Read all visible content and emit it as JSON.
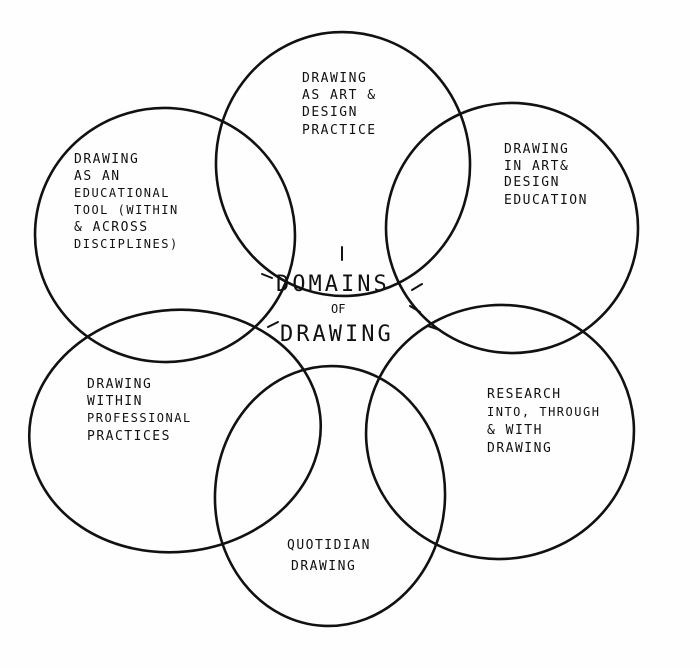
{
  "center": {
    "line1": "DOMAINS",
    "line2": "OF",
    "line3": "DRAWING"
  },
  "domains": [
    {
      "lines": [
        "DRAWING",
        "AS ART &",
        "DESIGN",
        "PRACTICE"
      ]
    },
    {
      "lines": [
        "DRAWING",
        "IN ART&",
        "DESIGN",
        "EDUCATION"
      ]
    },
    {
      "lines": [
        "RESEARCH",
        "INTO, THROUGH",
        "& WITH",
        "DRAWING"
      ]
    },
    {
      "lines": [
        "QUOTIDIAN",
        "DRAWING"
      ]
    },
    {
      "lines": [
        "DRAWING",
        "WITHIN",
        "PROFESSIONAL",
        "PRACTICES"
      ]
    },
    {
      "lines": [
        "DRAWING",
        "AS AN",
        "EDUCATIONAL",
        "TOOL (WITHIN",
        "& ACROSS",
        "DISCIPLINES)"
      ]
    }
  ]
}
